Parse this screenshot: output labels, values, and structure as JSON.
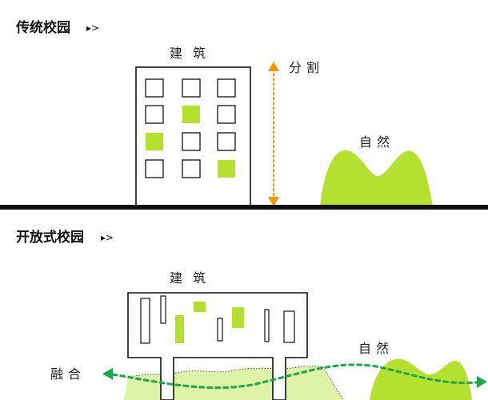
{
  "colors": {
    "accent_green": "#b5e02f",
    "accent_green_light": "#dff3a8",
    "divider_orange": "#f39800",
    "flow_green": "#1aa84a",
    "ink": "#111111"
  },
  "traditional": {
    "title": "传统校园",
    "title_arrow": "▸>",
    "building_label": "建 筑",
    "divide_label": "分割",
    "nature_label": "自然"
  },
  "open": {
    "title": "开放式校园",
    "title_arrow": "▸>",
    "building_label": "建 筑",
    "nature_label": "自然",
    "merge_label": "融合"
  }
}
